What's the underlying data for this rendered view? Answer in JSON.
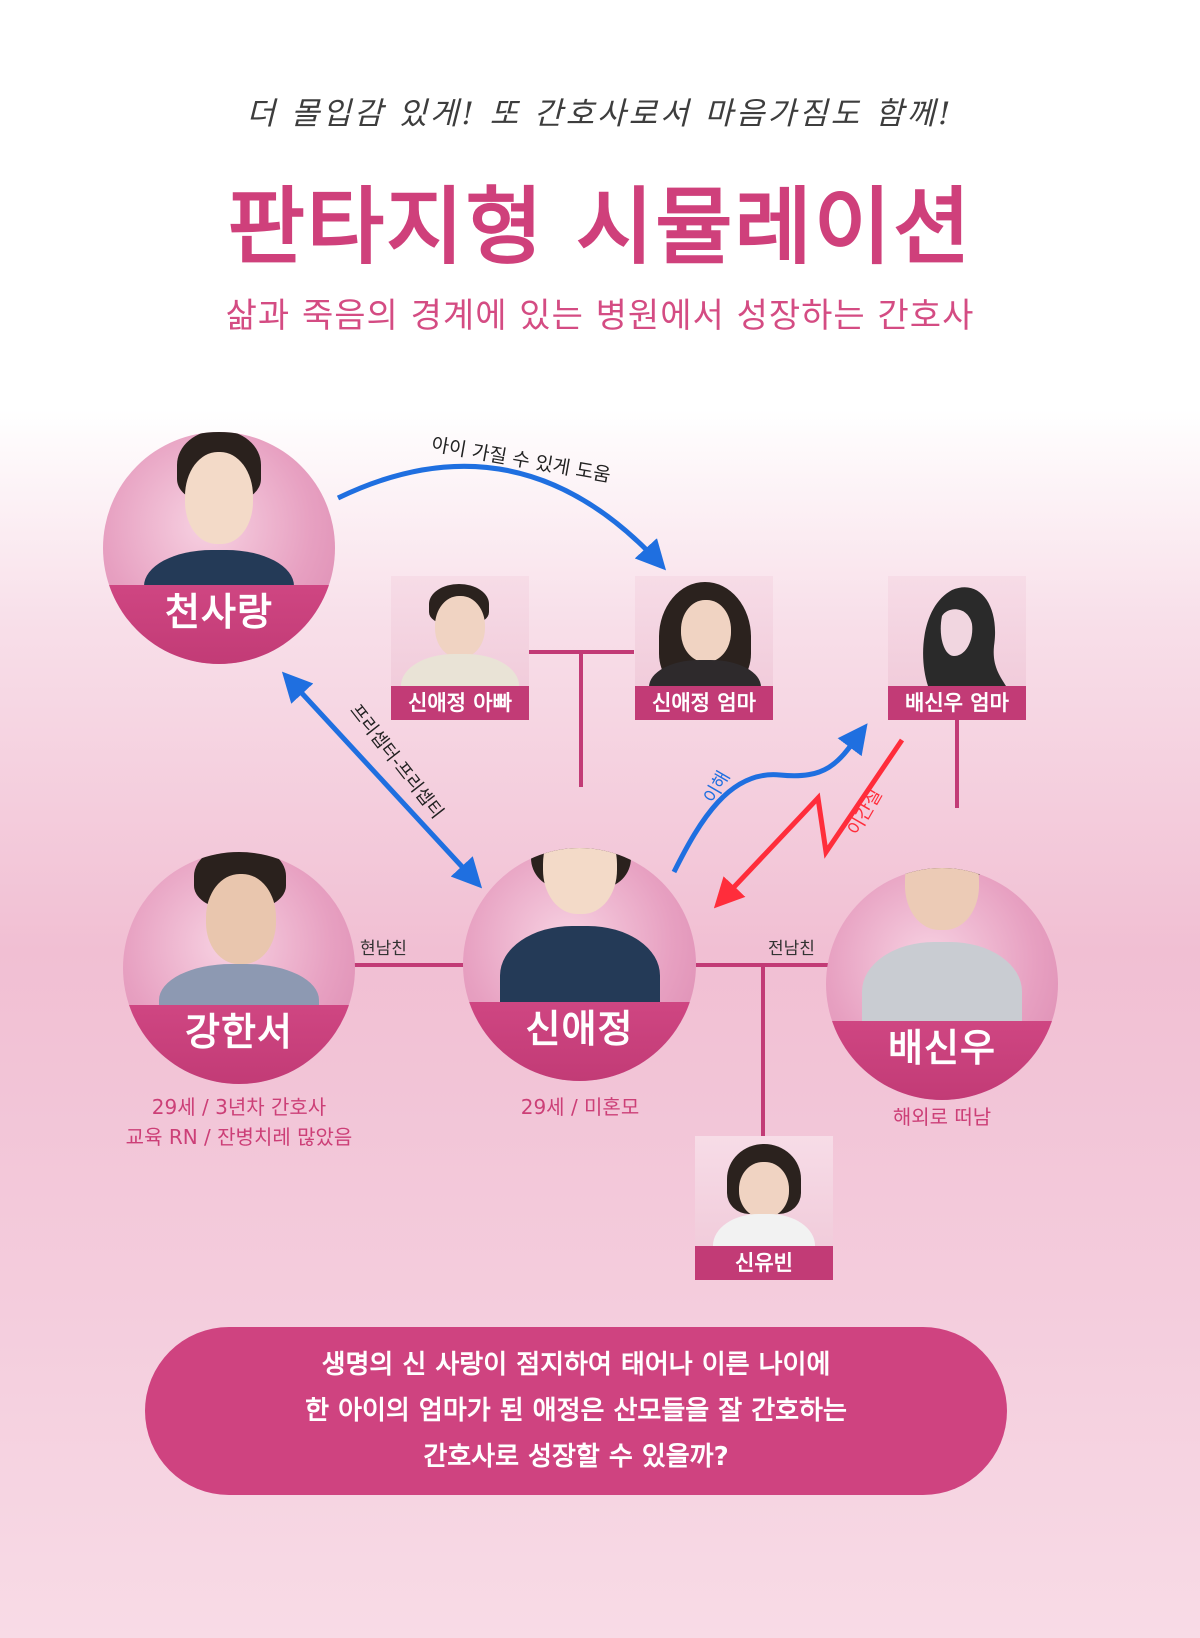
{
  "header": {
    "tagline": "더 몰입감 있게! 또 간호사로서 마음가짐도 함께!",
    "title": "판타지형 시뮬레이션",
    "subtitle": "삶과 죽음의 경계에 있는 병원에서 성장하는 간호사"
  },
  "characters": {
    "cheonsarang": {
      "name": "천사랑"
    },
    "kanghanseo": {
      "name": "강한서",
      "info_line1": "29세 / 3년차 간호사",
      "info_line2": "교육 RN / 잔병치레 많았음"
    },
    "shinaejeong": {
      "name": "신애정",
      "info_line1": "29세 / 미혼모"
    },
    "baeshinwoo": {
      "name": "배신우",
      "info_line1": "해외로 떠남"
    }
  },
  "small_cards": {
    "dad": "신애정 아빠",
    "mom": "신애정 엄마",
    "baemom": "배신우 엄마",
    "yubin": "신유빈"
  },
  "relations": {
    "help": "아이 가질 수 있게 도움",
    "freeceptor": "프리셉터-프리셉티",
    "understand": "이해",
    "sowdiscord": "이간질",
    "current_bf": "현남친",
    "ex_bf": "전남친"
  },
  "bottom": {
    "line1": "생명의 신 사랑이 점지하여 태어나 이른 나이에",
    "line2": "한 아이의 엄마가 된 애정은 산모들을 잘 간호하는",
    "line3": "간호사로 성장할 수 있을까?"
  },
  "colors": {
    "pink": "#cf407b",
    "band": "#c23b76",
    "blue_arrow": "#1f6fe0",
    "red_arrow": "#ff2d3b"
  }
}
